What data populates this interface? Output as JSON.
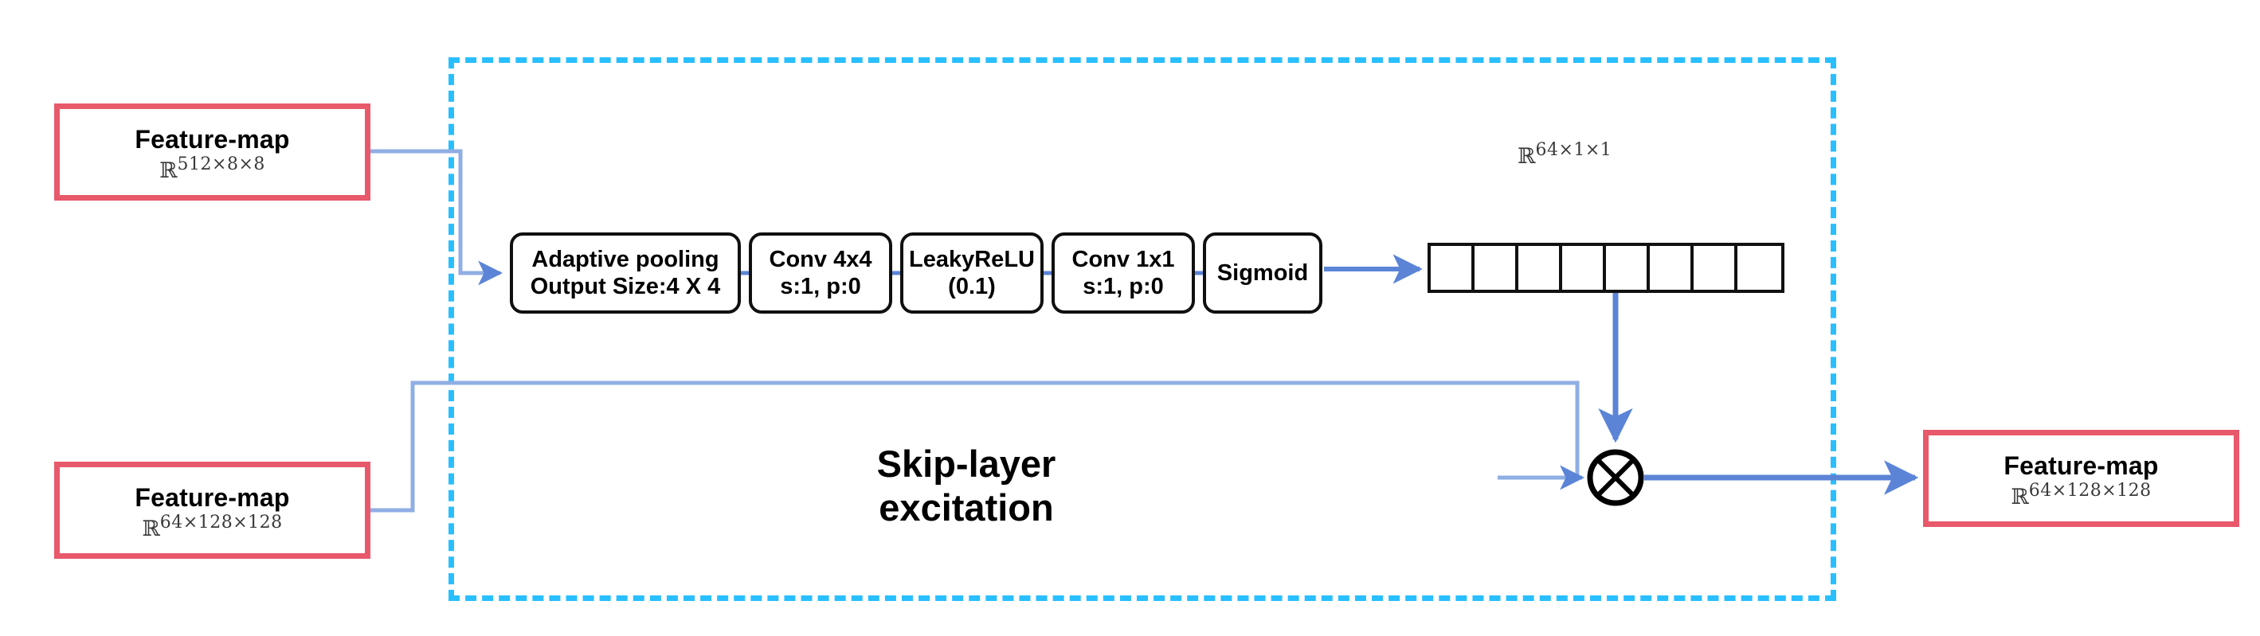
{
  "diagram": {
    "title": "Skip-layer excitation",
    "title_lines": [
      "Skip-layer",
      "excitation"
    ],
    "accent_colors": {
      "dashed_border": "#29BFFF",
      "feature_map_border": "#E8596B",
      "wire": "#5B84D6",
      "block_border": "#101010"
    }
  },
  "inputs": {
    "top": {
      "label": "Feature-map",
      "shape_base": "ℝ",
      "shape_exponent": "512×8×8"
    },
    "bottom": {
      "label": "Feature-map",
      "shape_base": "ℝ",
      "shape_exponent": "64×128×128"
    }
  },
  "output": {
    "label": "Feature-map",
    "shape_base": "ℝ",
    "shape_exponent": "64×128×128"
  },
  "pipeline": {
    "blocks": [
      {
        "id": "adaptive-pooling",
        "lines": [
          "Adaptive pooling",
          "Output Size:4 X 4"
        ]
      },
      {
        "id": "conv-4x4",
        "lines": [
          "Conv 4x4",
          "s:1, p:0"
        ]
      },
      {
        "id": "leaky-relu",
        "lines": [
          "LeakyReLU",
          "(0.1)"
        ]
      },
      {
        "id": "conv-1x1",
        "lines": [
          "Conv 1x1",
          "s:1, p:0"
        ]
      },
      {
        "id": "sigmoid",
        "lines": [
          "Sigmoid",
          ""
        ]
      }
    ]
  },
  "vector": {
    "shape_base": "ℝ",
    "shape_exponent": "64×1×1",
    "cell_count": 8
  },
  "operator": {
    "symbol": "multiply",
    "glyph": "⊗"
  }
}
